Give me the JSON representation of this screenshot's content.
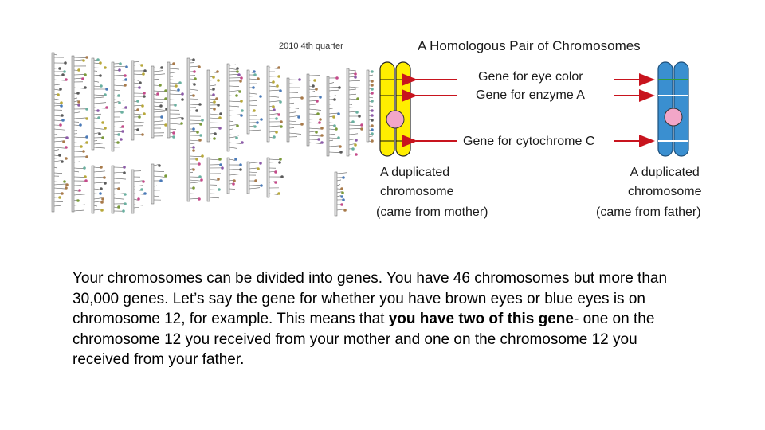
{
  "figure": {
    "quarter_label": "2010 4th quarter",
    "title": "A Homologous Pair of Chromosomes",
    "genes": [
      "Gene for eye color",
      "Gene for enzyme A",
      "Gene for cytochrome C"
    ],
    "left_chromosome": {
      "line1": "A duplicated",
      "line2": "chromosome",
      "origin": "(came from mother)",
      "color": "#ffee00"
    },
    "right_chromosome": {
      "line1": "A duplicated",
      "line2": "chromosome",
      "origin": "(came from father)",
      "color": "#3a8fd0"
    },
    "centromere_color": "#f2a6c8",
    "arrow_color": "#c8141e"
  },
  "body": {
    "text_part1": "Your chromosomes can be divided into genes.  You have 46 chromosomes but more than 30,000 genes.  Let’s say the gene for whether you have brown eyes or blue eyes is on chromosome 12, for example.  This means that ",
    "text_bold": "you have two of this gene",
    "text_part2": "- one on the chromosome 12 you received from your mother and one on the chromosome 12 you received from your father."
  }
}
